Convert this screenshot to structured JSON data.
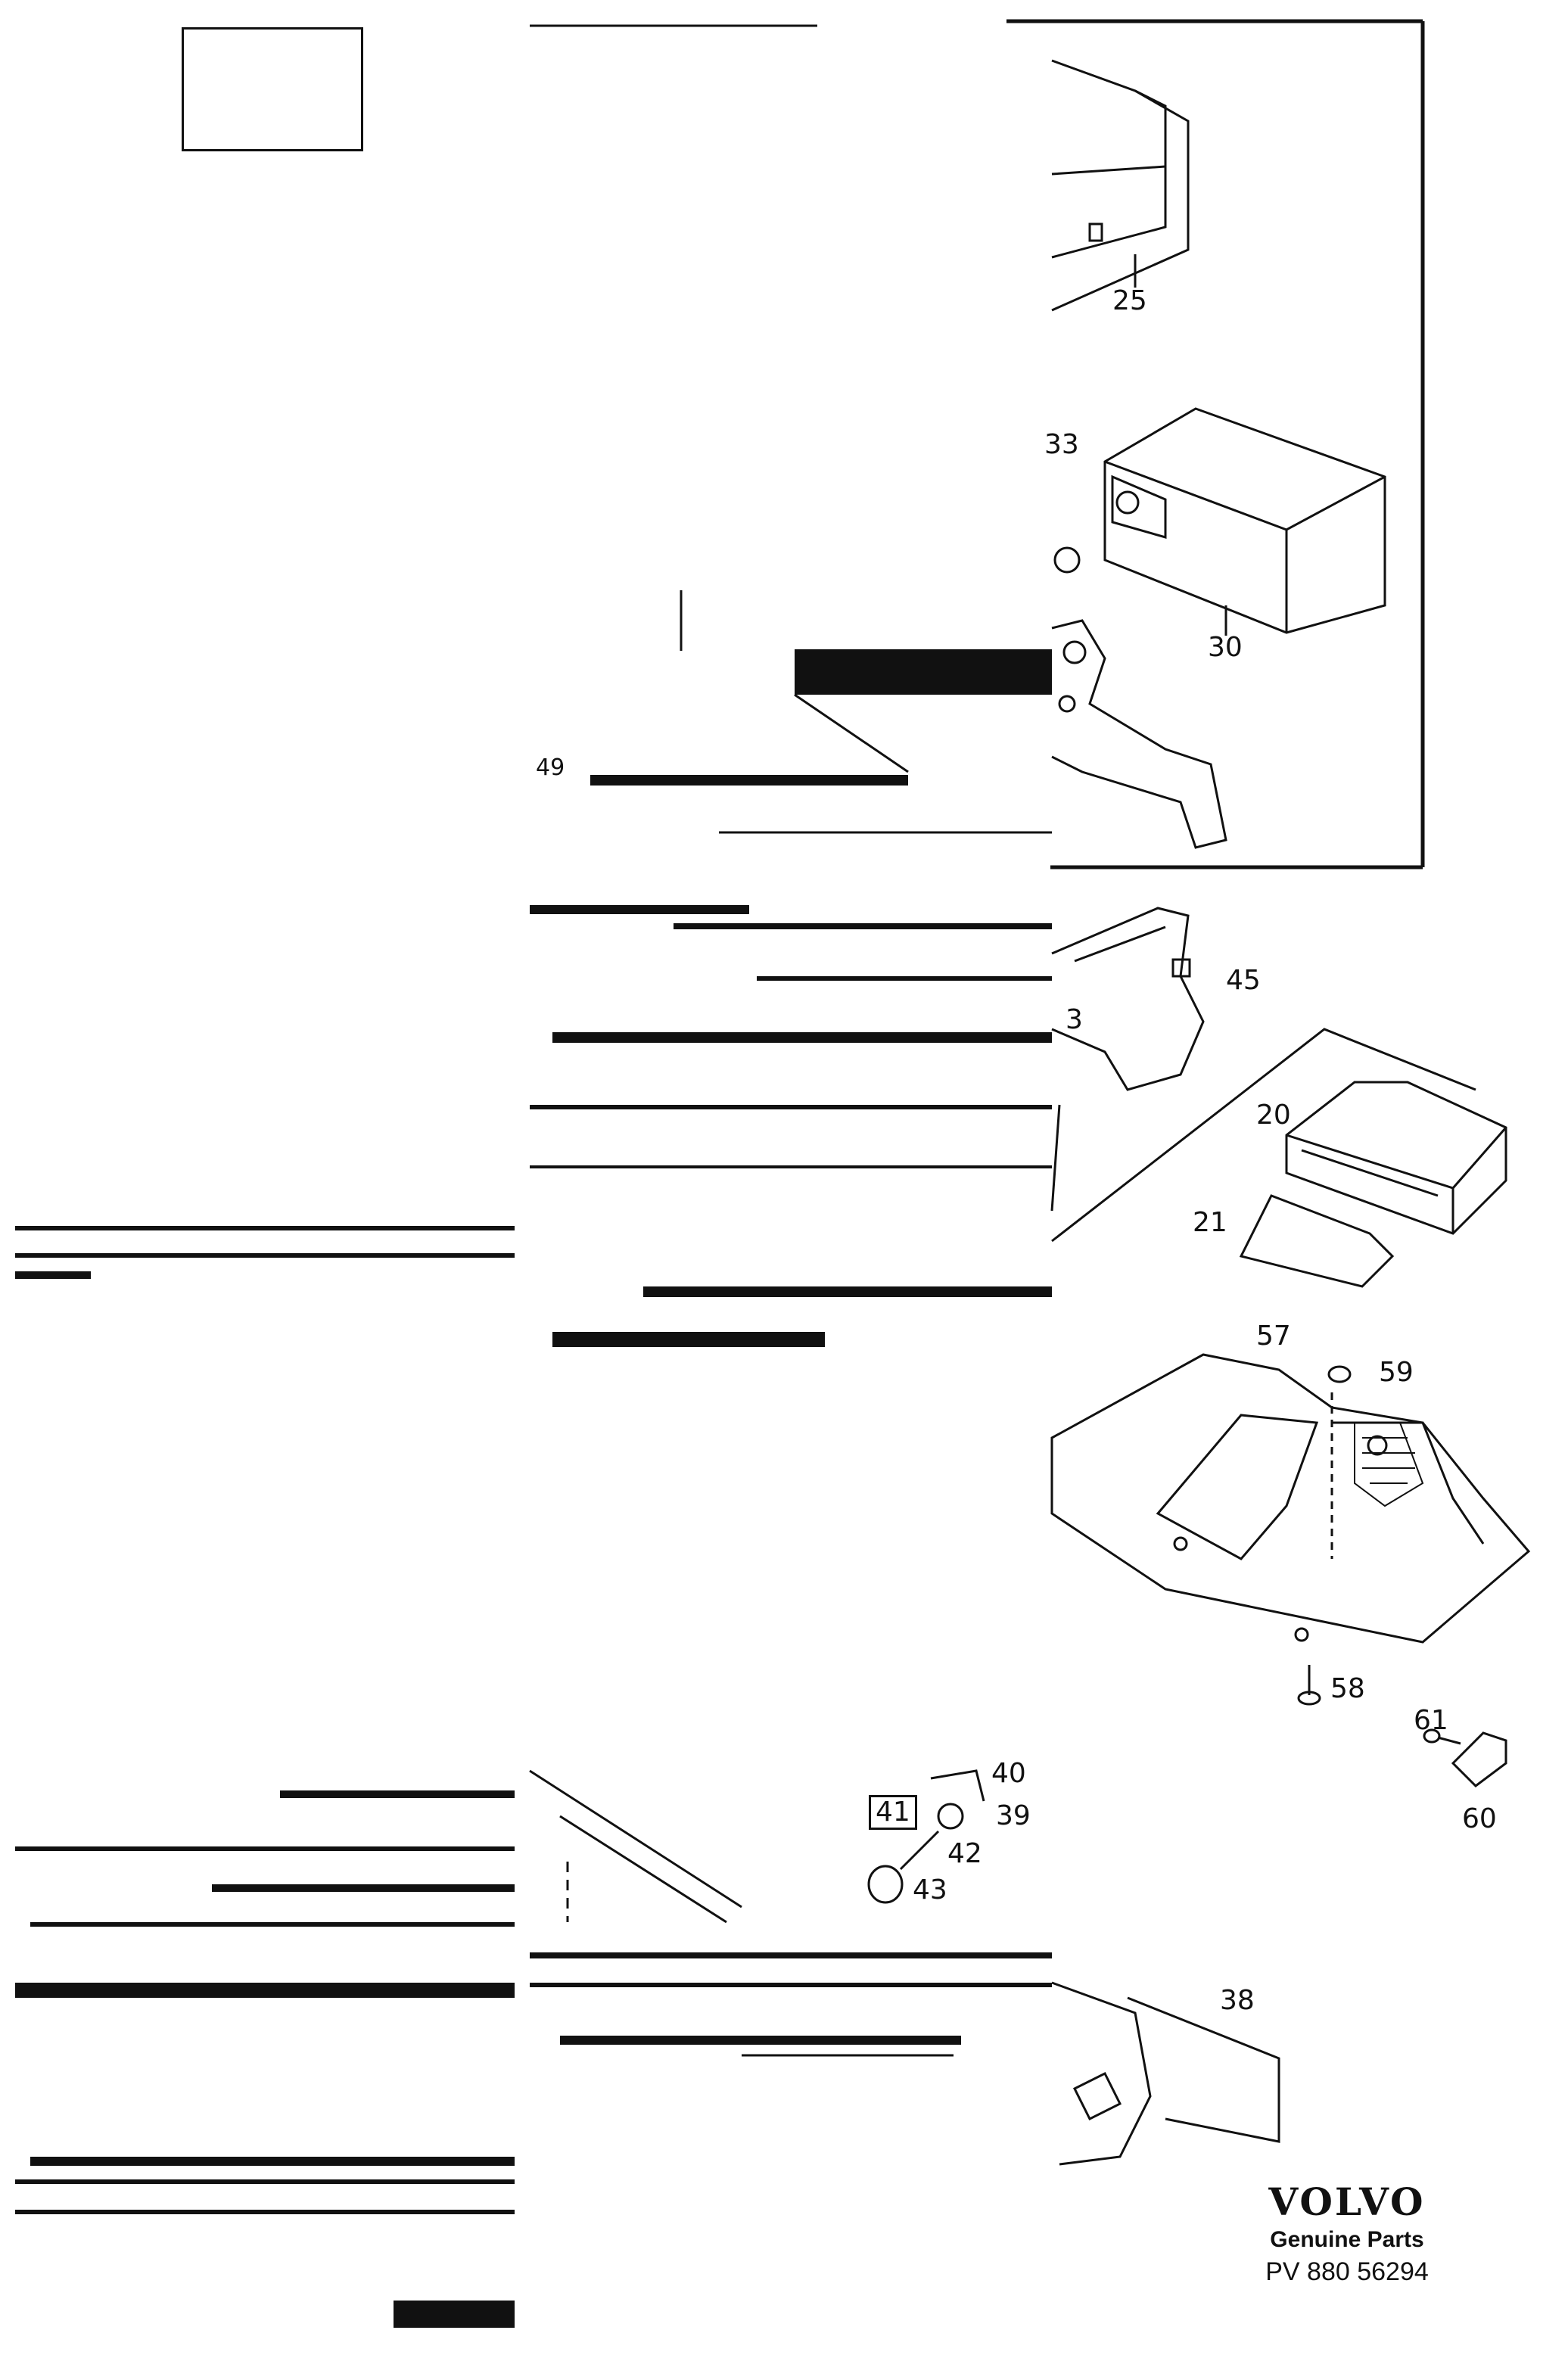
{
  "callouts": [
    {
      "id": "p25",
      "text": "25"
    },
    {
      "id": "p33",
      "text": "33"
    },
    {
      "id": "p30",
      "text": "30"
    },
    {
      "id": "p45",
      "text": "45"
    },
    {
      "id": "p3",
      "text": "3"
    },
    {
      "id": "p20",
      "text": "20"
    },
    {
      "id": "p21",
      "text": "21"
    },
    {
      "id": "p57",
      "text": "57"
    },
    {
      "id": "p59",
      "text": "59"
    },
    {
      "id": "p58",
      "text": "58"
    },
    {
      "id": "p61",
      "text": "61"
    },
    {
      "id": "p60",
      "text": "60"
    },
    {
      "id": "p40",
      "text": "40"
    },
    {
      "id": "p39",
      "text": "39"
    },
    {
      "id": "p41",
      "text": "41"
    },
    {
      "id": "p42",
      "text": "42"
    },
    {
      "id": "p43",
      "text": "43"
    },
    {
      "id": "p38",
      "text": "38"
    },
    {
      "id": "p49",
      "text": "49"
    }
  ],
  "brand": {
    "logo": "VOLVO",
    "tagline": "Genuine Parts",
    "code": "PV 880 56294"
  }
}
